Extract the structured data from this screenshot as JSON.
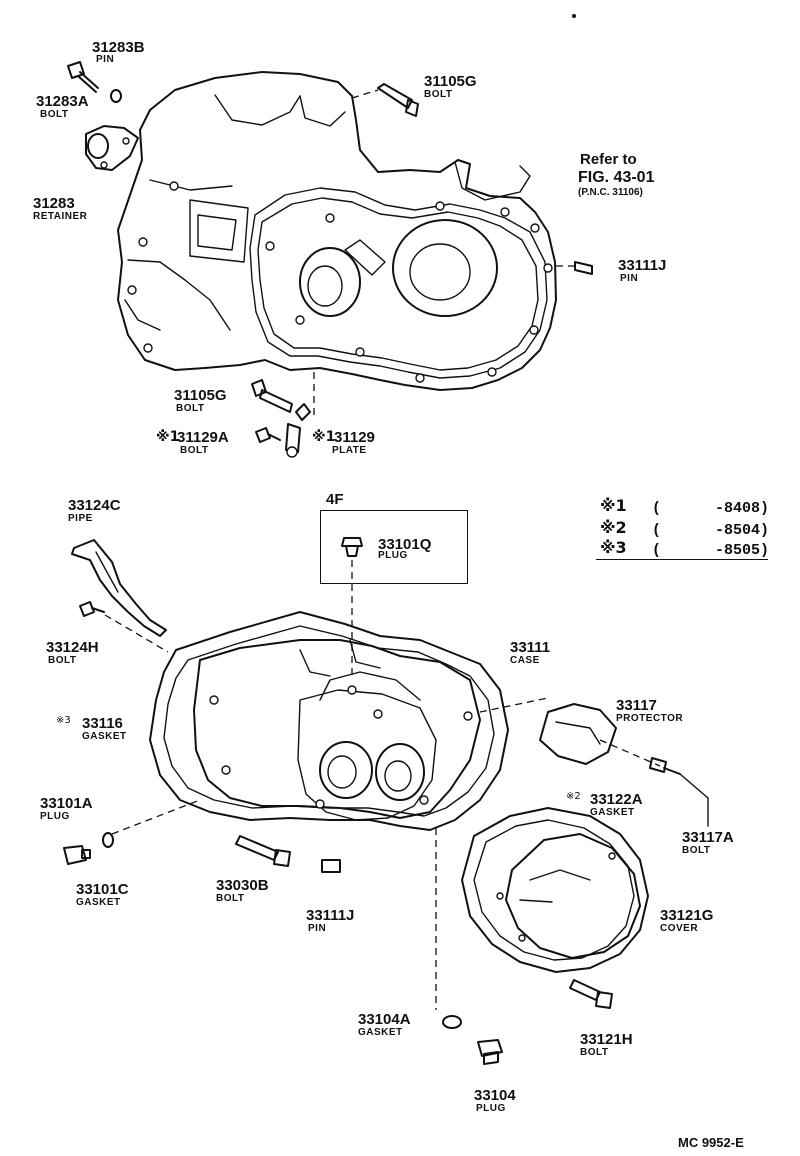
{
  "top_parts": {
    "p31283B": {
      "num": "31283B",
      "name": "PIN"
    },
    "p31283A": {
      "num": "31283A",
      "name": "BOLT"
    },
    "p31283": {
      "num": "31283",
      "name": "RETAINER"
    },
    "p31105G_top": {
      "num": "31105G",
      "name": "BOLT"
    },
    "ref": {
      "line1": "Refer to",
      "line2": "FIG. 43-01",
      "line3": "(P.N.C. 31106)"
    },
    "p33111J_top": {
      "num": "33111J",
      "name": "PIN"
    },
    "p31105G_bot": {
      "num": "31105G",
      "name": "BOLT"
    },
    "p31129A": {
      "mark": "※1",
      "num": "31129A",
      "name": "BOLT"
    },
    "p31129": {
      "mark": "※1",
      "num": "31129",
      "name": "PLATE"
    }
  },
  "variant_box": {
    "label": "4F",
    "num": "33101Q",
    "name": "PLUG"
  },
  "legend": [
    {
      "mark": "※1",
      "range": "(      -8408)"
    },
    {
      "mark": "※2",
      "range": "(      -8504)"
    },
    {
      "mark": "※3",
      "range": "(      -8505)"
    }
  ],
  "bottom_parts": {
    "p33124C": {
      "num": "33124C",
      "name": "PIPE"
    },
    "p33124H": {
      "num": "33124H",
      "name": "BOLT"
    },
    "p33116": {
      "mark": "※3",
      "num": "33116",
      "name": "GASKET"
    },
    "p33101A": {
      "num": "33101A",
      "name": "PLUG"
    },
    "p33101C": {
      "num": "33101C",
      "name": "GASKET"
    },
    "p33030B": {
      "num": "33030B",
      "name": "BOLT"
    },
    "p33111J": {
      "num": "33111J",
      "name": "PIN"
    },
    "p33111": {
      "num": "33111",
      "name": "CASE"
    },
    "p33117": {
      "num": "33117",
      "name": "PROTECTOR"
    },
    "p33117A": {
      "num": "33117A",
      "name": "BOLT"
    },
    "p33122A": {
      "mark": "※2",
      "num": "33122A",
      "name": "GASKET"
    },
    "p33121G": {
      "num": "33121G",
      "name": "COVER"
    },
    "p33104A": {
      "num": "33104A",
      "name": "GASKET"
    },
    "p33121H": {
      "num": "33121H",
      "name": "BOLT"
    },
    "p33104": {
      "num": "33104",
      "name": "PLUG"
    }
  },
  "footer": {
    "code": "MC 9952-E"
  }
}
